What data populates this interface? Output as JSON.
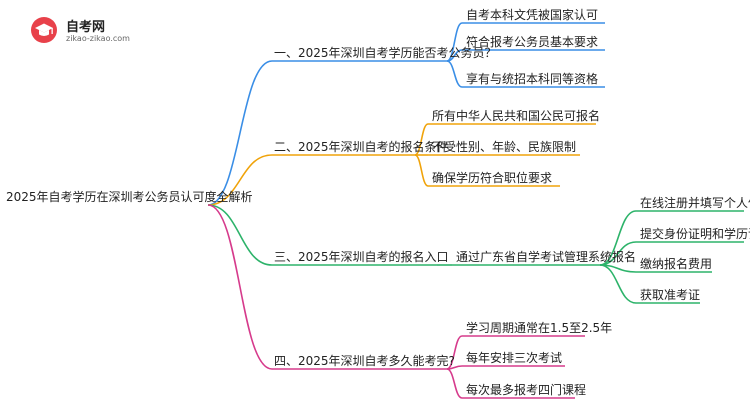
{
  "logo": {
    "title": "自考网",
    "url": "zikao-zikao.com",
    "icon": "graduation-cap-icon"
  },
  "root": "2025年自考学历在深圳考公务员认可度全解析",
  "branches": [
    {
      "label": "一、2025年深圳自考学历能否考公务员？",
      "color": "#3a8ee6",
      "children": [
        {
          "label": "自考本科文凭被国家认可"
        },
        {
          "label": "符合报考公务员基本要求"
        },
        {
          "label": "享有与统招本科同等资格"
        }
      ]
    },
    {
      "label": "二、2025年深圳自考的报名条件",
      "color": "#f0a30a",
      "children": [
        {
          "label": "所有中华人民共和国公民可报名"
        },
        {
          "label": "不受性别、年龄、民族限制"
        },
        {
          "label": "确保学历符合职位要求"
        }
      ]
    },
    {
      "label": "三、2025年深圳自考的报名入口",
      "color": "#2db36a",
      "children": [
        {
          "label": "通过广东省自学考试管理系统报名",
          "children": [
            {
              "label": "在线注册并填写个人信息"
            },
            {
              "label": "提交身份证明和学历证明"
            },
            {
              "label": "缴纳报名费用"
            },
            {
              "label": "获取准考证"
            }
          ]
        }
      ]
    },
    {
      "label": "四、2025年深圳自考多久能考完?",
      "color": "#d63b8c",
      "children": [
        {
          "label": "学习周期通常在1.5至2.5年"
        },
        {
          "label": "每年安排三次考试"
        },
        {
          "label": "每次最多报考四门课程"
        }
      ]
    }
  ]
}
